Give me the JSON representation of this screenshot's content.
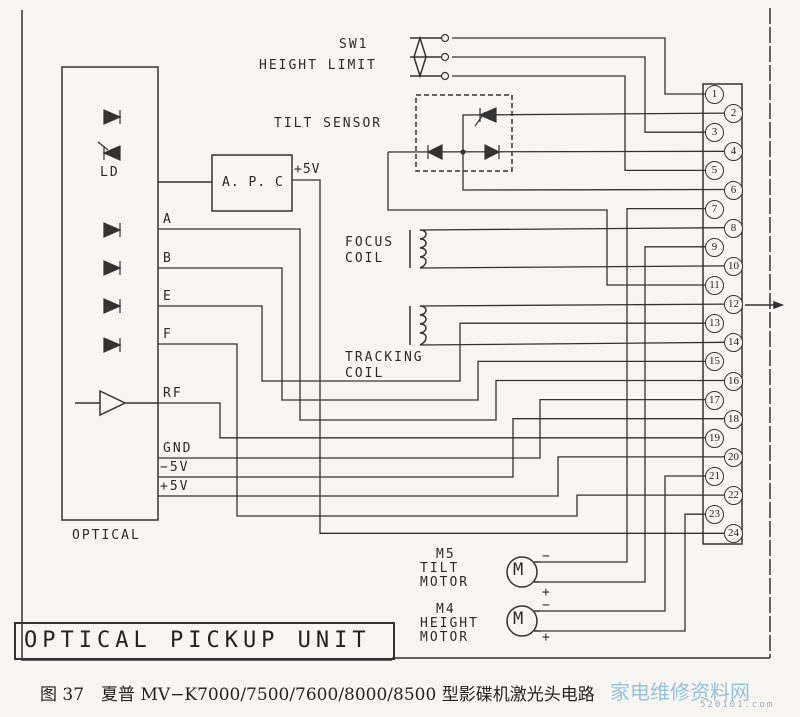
{
  "switch": {
    "name": "SW1",
    "label": "HEIGHT LIMIT"
  },
  "tilt_sensor": {
    "label": "TILT SENSOR"
  },
  "apc": {
    "label": "A. P. C",
    "supply": "+5V"
  },
  "optical": {
    "label": "OPTICAL",
    "ld_label": "LD",
    "signals": [
      "A",
      "B",
      "E",
      "F",
      "RF",
      "GND",
      "−5V",
      "+5V"
    ]
  },
  "focus_coil": {
    "line1": "FOCUS",
    "line2": "COIL"
  },
  "tracking_coil": {
    "line1": "TRACKING",
    "line2": "COIL"
  },
  "motors": [
    {
      "name": "M5",
      "line1": "TILT",
      "line2": "MOTOR",
      "symbol": "M",
      "minus": "−",
      "plus": "+"
    },
    {
      "name": "M4",
      "line1": "HEIGHT",
      "line2": "MOTOR",
      "symbol": "M",
      "minus": "−",
      "plus": "+"
    }
  ],
  "connector": {
    "pins": [
      "1",
      "2",
      "3",
      "4",
      "5",
      "6",
      "7",
      "8",
      "9",
      "10",
      "11",
      "12",
      "13",
      "14",
      "15",
      "16",
      "17",
      "18",
      "19",
      "20",
      "21",
      "22",
      "23",
      "24"
    ]
  },
  "unit_title": "OPTICAL PICKUP UNIT",
  "caption": "图 37　夏普 MV−K7000/7500/7600/8000/8500 型影碟机激光头电路",
  "watermark": {
    "text": "家电维修资料网",
    "sub": "520101.com"
  }
}
